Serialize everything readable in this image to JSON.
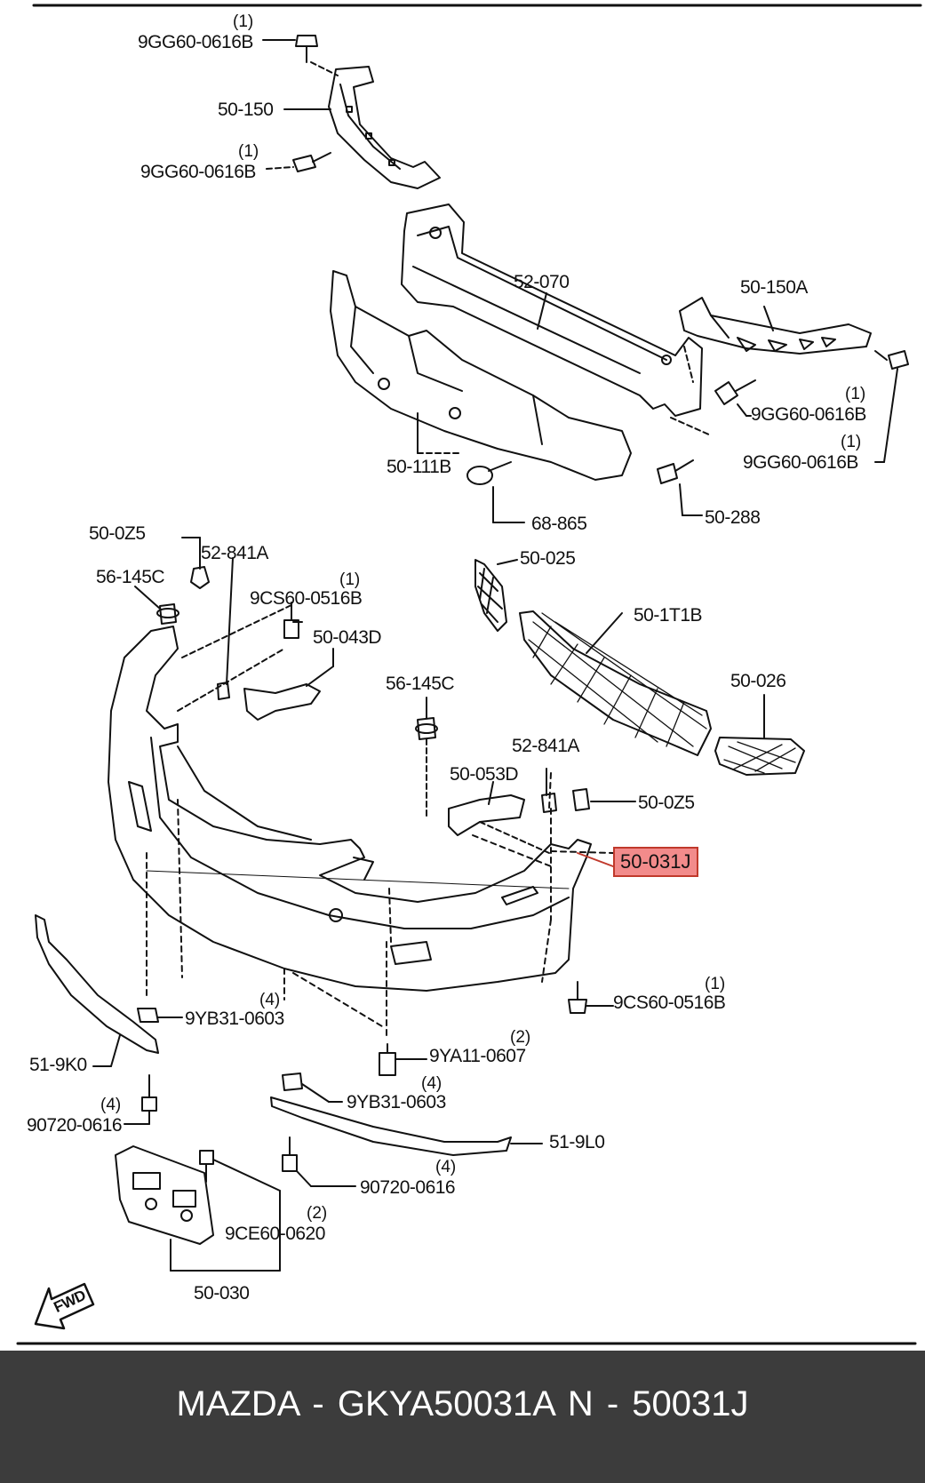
{
  "labels": {
    "bolt_top_1": "9GG60-0616B",
    "bolt_top_2": "9GG60-0616B",
    "bracket_left": "50-150",
    "reinforcement": "52-070",
    "bracket_right": "50-150A",
    "bolt_right_1": "9GG60-0616B",
    "bolt_right_2": "9GG60-0616B",
    "absorber": "50-111B",
    "clip_68": "68-865",
    "bolt_50_288": "50-288",
    "fastener_0z5_left": "50-0Z5",
    "bracket_841_left": "52-841A",
    "clip_145_left": "56-145C",
    "screw_9cs_left": "9CS60-0516B",
    "bracket_043": "50-043D",
    "grille_side_left": "50-025",
    "grille_center": "50-1T1B",
    "grille_side_right": "50-026",
    "clip_145_center": "56-145C",
    "bracket_841_right": "52-841A",
    "bracket_053": "50-053D",
    "fastener_0z5_right": "50-0Z5",
    "bumper": "50-031J",
    "screw_9cs_right": "9CS60-0516B",
    "nut_9yb_left": "9YB31-0603",
    "bolt_9ya": "9YA11-0607",
    "molding_left": "51-9K0",
    "bolt_90720_left": "90720-0616",
    "nut_9yb_center": "9YB31-0603",
    "molding_right": "51-9L0",
    "bolt_90720_center": "90720-0616",
    "screw_9ce": "9CE60-0620",
    "plate_bracket": "50-030"
  },
  "quantities": {
    "bolt_top_1": "(1)",
    "bolt_top_2": "(1)",
    "bolt_right_1": "(1)",
    "bolt_right_2": "(1)",
    "screw_9cs_left": "(1)",
    "screw_9cs_right": "(1)",
    "nut_9yb_left": "(4)",
    "bolt_9ya": "(2)",
    "bolt_90720_left": "(4)",
    "nut_9yb_center": "(4)",
    "bolt_90720_center": "(4)",
    "screw_9ce": "(2)"
  },
  "fwd_arrow": "FWD",
  "highlight_color": "#f28b8b",
  "footer": {
    "text": "MAZDA - GKYA50031A    N - 50031J"
  }
}
